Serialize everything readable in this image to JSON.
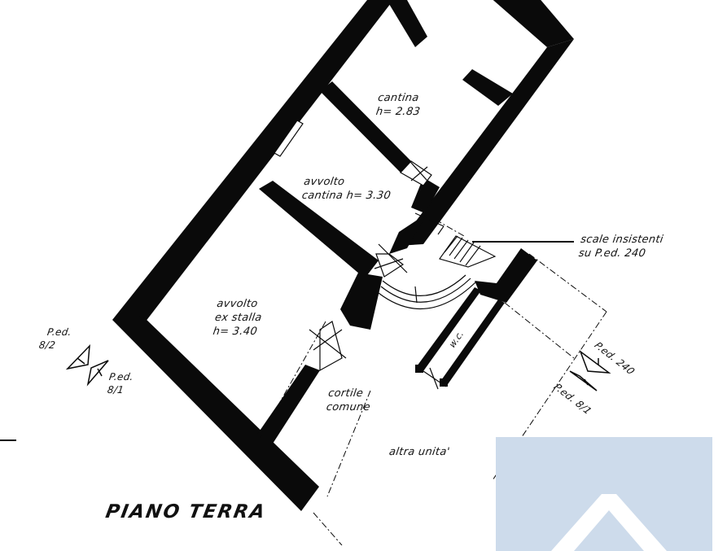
{
  "drawing": {
    "title": "PIANO TERRA",
    "rooms": [
      {
        "name": "cantina",
        "line1": "cantina",
        "line2": "h= 2.83"
      },
      {
        "name": "avvolto-cantina",
        "line1": "avvolto",
        "line2": "cantina h= 3.30"
      },
      {
        "name": "avvolto-ex-stalla",
        "line1": "avvolto",
        "line2": "ex stalla",
        "line3": "h= 3.40"
      },
      {
        "name": "wc",
        "line1": "w.c."
      }
    ],
    "areas": {
      "cortile_line1": "cortile",
      "cortile_line2": "comune",
      "altra_unita": "altra unita'"
    },
    "annotations": {
      "stairs_line1": "scale insistenti",
      "stairs_line2": "su P.ed. 240",
      "parcel_left_top_line1": "P.ed.",
      "parcel_left_top_line2": "8/2",
      "parcel_left_bottom_line1": "P.ed.",
      "parcel_left_bottom_line2": "8/1",
      "parcel_right_top": "P.ed. 240",
      "parcel_right_bottom": "P.ed. 8/1"
    },
    "colors": {
      "wall": "#0a0a0a",
      "background": "#ffffff",
      "watermark": "#cddbeb"
    }
  }
}
